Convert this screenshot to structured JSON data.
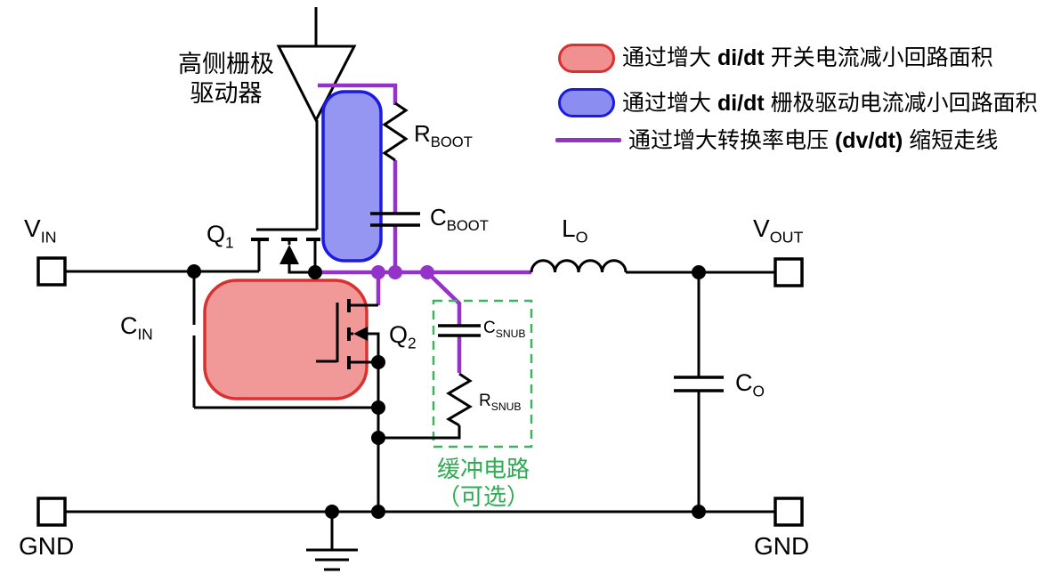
{
  "diagram": {
    "title_block": {
      "driver_label_line1": "高侧栅极",
      "driver_label_line2": "驱动器"
    },
    "snubber_caption": {
      "line1": "缓冲电路",
      "line2": "（可选）"
    },
    "components": {
      "vin": {
        "main": "V",
        "sub": "IN"
      },
      "q1": {
        "main": "Q",
        "sub": "1"
      },
      "cin": {
        "main": "C",
        "sub": "IN"
      },
      "q2": {
        "main": "Q",
        "sub": "2"
      },
      "lo": {
        "main": "L",
        "sub": "O"
      },
      "vout": {
        "main": "V",
        "sub": "OUT"
      },
      "co": {
        "main": "C",
        "sub": "O"
      },
      "gnd_left": {
        "main": "GND"
      },
      "gnd_right": {
        "main": "GND"
      },
      "rboot": {
        "main": "R",
        "sub": "BOOT"
      },
      "cboot": {
        "main": "C",
        "sub": "BOOT"
      },
      "csnub": {
        "main": "C",
        "sub": "SNUB"
      },
      "rsnub": {
        "main": "R",
        "sub": "SNUB"
      }
    }
  },
  "legend": {
    "items": [
      {
        "marker": "red-pill",
        "prefix": "通过增大 ",
        "emph": "di/dt",
        "suffix": " 开关电流减小回路面积"
      },
      {
        "marker": "blue-pill",
        "prefix": "通过增大 ",
        "emph": "di/dt",
        "suffix": " 栅极驱动电流减小回路面积"
      },
      {
        "marker": "purple-line",
        "prefix": "通过增大转换率电压 ",
        "emph": "(dv/dt)",
        "suffix": " 缩短走线"
      }
    ]
  },
  "colors": {
    "wire_black": "#000000",
    "trace_purple": "#9333c9",
    "loop_red_fill": "#f09090",
    "loop_red_border": "#d93030",
    "loop_blue_fill": "#8b8df0",
    "loop_blue_border": "#1a1ae0",
    "snubber_green": "#2eac54"
  }
}
